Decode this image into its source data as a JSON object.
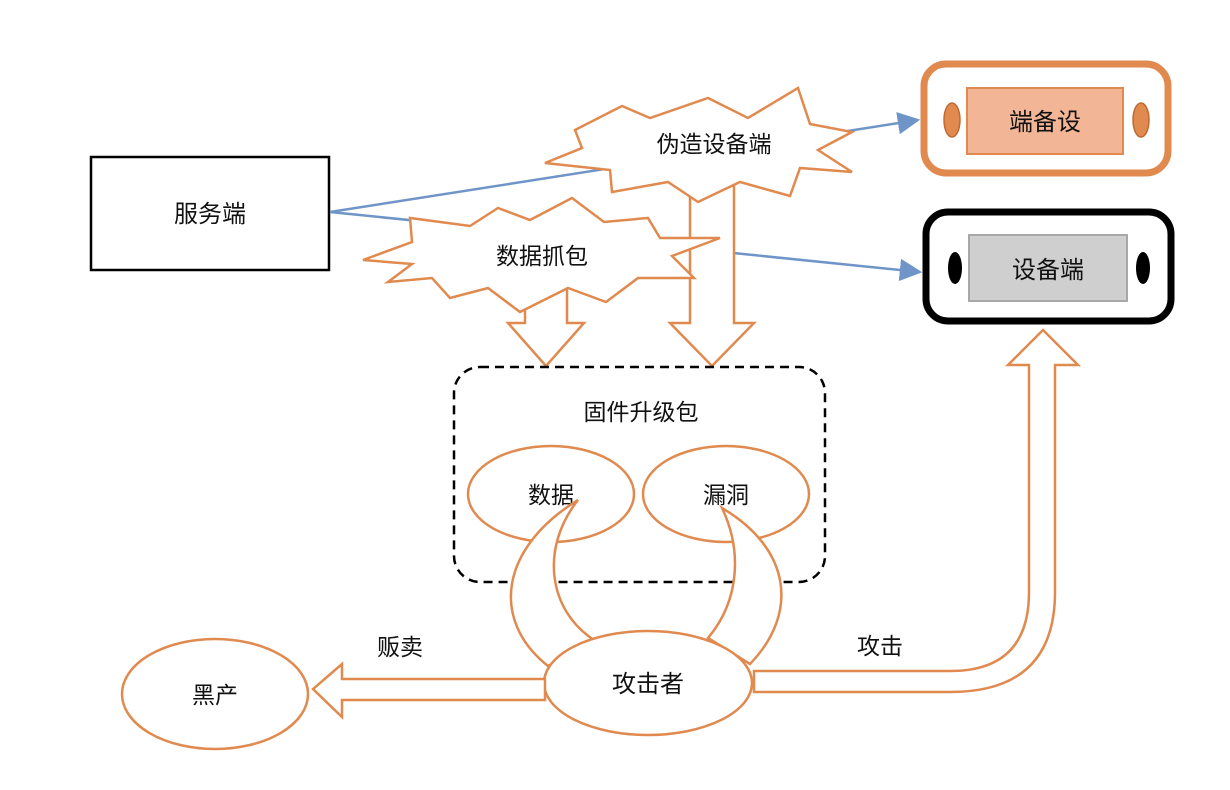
{
  "colors": {
    "orange": "#E08A4F",
    "orange_light_fill": "#F2B696",
    "blue_arrow": "#6F95C8",
    "black": "#000000",
    "gray_fill": "#CFCFCF"
  },
  "nodes": {
    "server": "服务端",
    "fake_device": "伪造设备端",
    "packet_capture": "数据抓包",
    "fake_device_box": "端备设",
    "device_box": "设备端",
    "firmware_package": "固件升级包",
    "data": "数据",
    "vulnerability": "漏洞",
    "attacker": "攻击者",
    "black_market": "黑产"
  },
  "edges": {
    "sell_label": "贩卖",
    "attack_label": "攻击"
  }
}
